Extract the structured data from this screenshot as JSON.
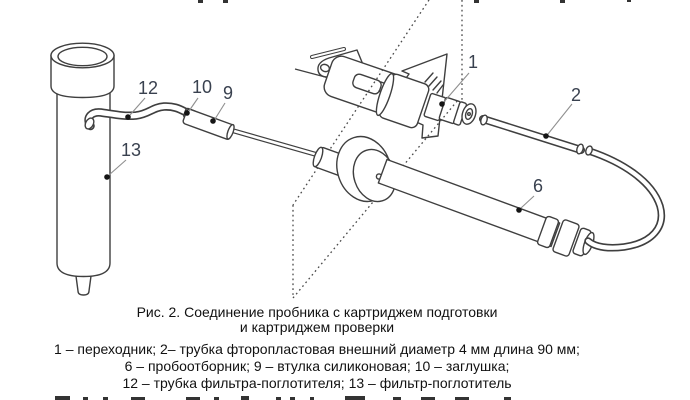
{
  "figure": {
    "caption": {
      "lines": [
        "Рис. 2. Соединение пробника с картриджем подготовки",
        "и картриджем проверки",
        "1 – переходник; 2– трубка фторопластовая внешний диаметр 4 мм длина 90 мм;",
        "6 – пробоотборник; 9 – втулка силиконовая; 10 – заглушка;",
        "12 – трубка фильтра-поглотителя; 13 – фильтр-поглотитель"
      ]
    },
    "callouts": [
      {
        "number": "1",
        "part": "переходник"
      },
      {
        "number": "2",
        "part": "трубка фторопластовая внешний диаметр 4 мм длина 90 мм"
      },
      {
        "number": "6",
        "part": "пробоотборник"
      },
      {
        "number": "9",
        "part": "втулка силиконовая"
      },
      {
        "number": "10",
        "part": "заглушка"
      },
      {
        "number": "12",
        "part": "трубка фильтра-поглотителя"
      },
      {
        "number": "13",
        "part": "фильтр-поглотитель"
      }
    ],
    "colors": {
      "background": "#ffffff",
      "drawing_line": "#3f3f3f",
      "callout_number": "#39414f",
      "caption_text": "#111111"
    }
  }
}
